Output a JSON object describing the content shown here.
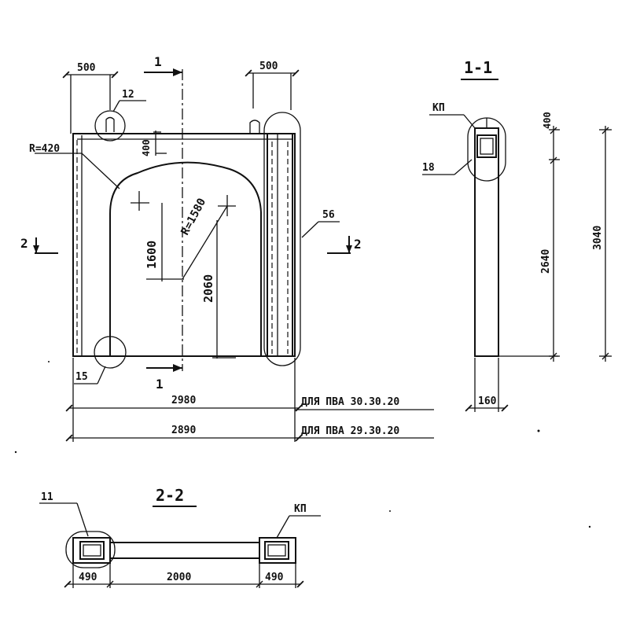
{
  "front_view": {
    "section_mark": "1",
    "dims": {
      "top_left_width": "500",
      "top_right_width": "500",
      "top_offset": "400",
      "arc_center_height": "1600",
      "opening_height": "2060",
      "arch_radius": "R=420",
      "main_radius": "R=1580"
    },
    "callouts": {
      "c12": "12",
      "c15": "15",
      "c56": "56"
    },
    "section2_left": "2",
    "section2_right": "2"
  },
  "overall_dims": [
    {
      "value": "2980",
      "note": "ДЛЯ ПВА 30.30.20"
    },
    {
      "value": "2890",
      "note": "ДЛЯ ПВА 29.30.20"
    }
  ],
  "section_1": {
    "title": "1-1",
    "callout_kp": "КП",
    "callout_18": "18",
    "dims": {
      "top": "400",
      "mid": "2640",
      "total": "3040",
      "width": "160"
    }
  },
  "section_2": {
    "title": "2-2",
    "callout_11": "11",
    "callout_kp": "КП",
    "dims": {
      "left": "490",
      "middle": "2000",
      "right": "490"
    }
  }
}
